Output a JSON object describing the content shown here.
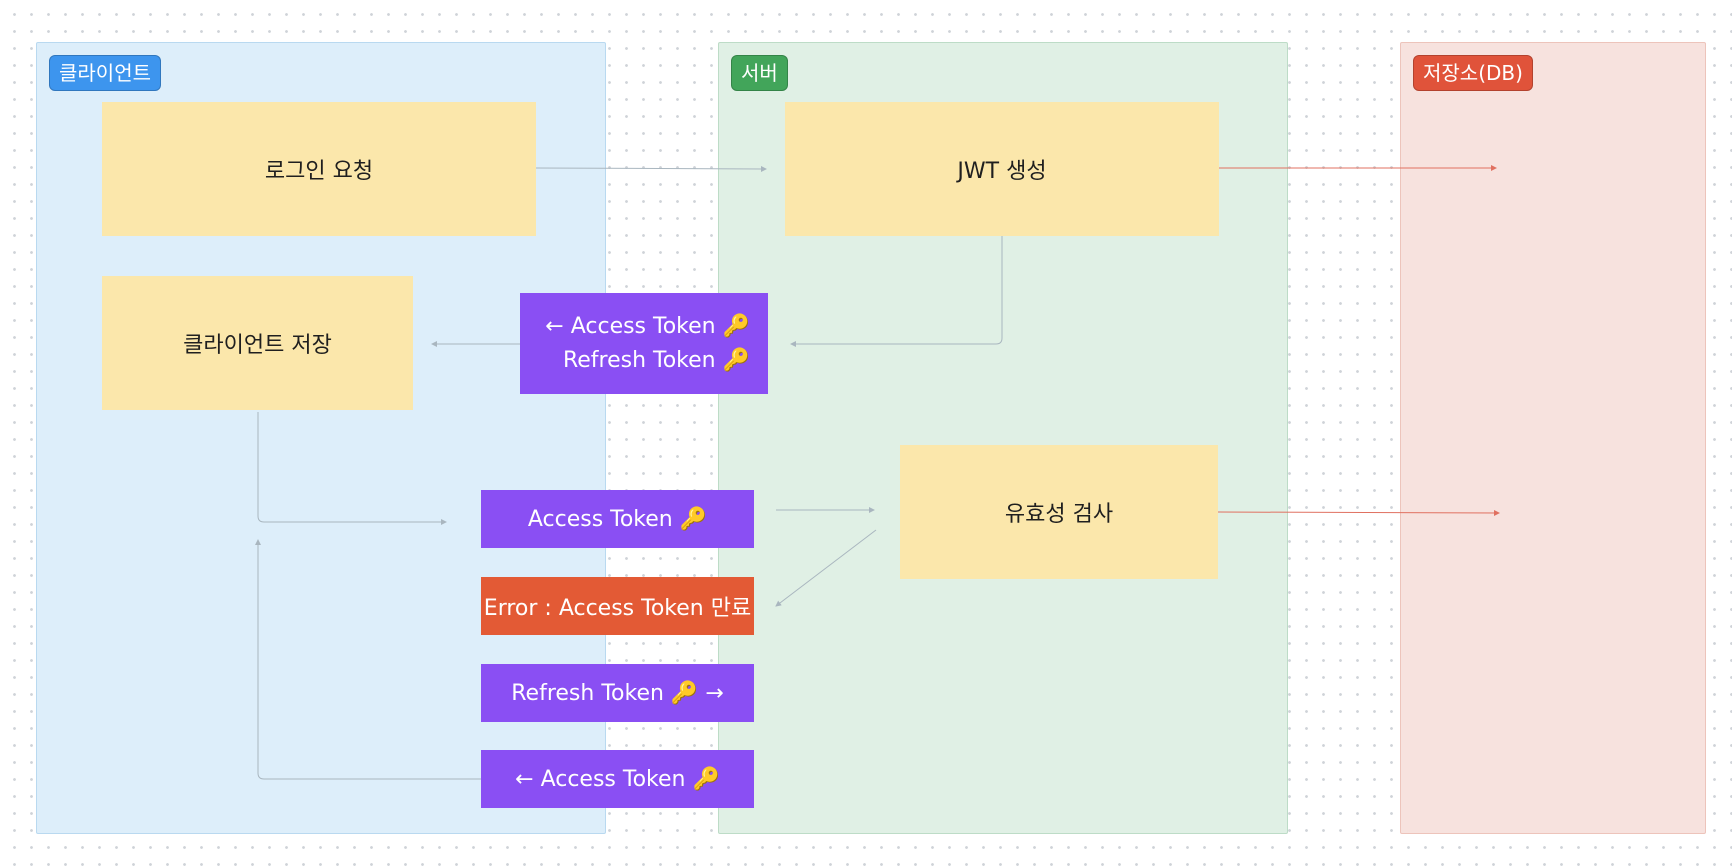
{
  "lanes": {
    "client": "클라이언트",
    "server": "서버",
    "db": "저장소(DB)"
  },
  "nodes": {
    "login_request": "로그인 요청",
    "jwt_generate": "JWT 생성",
    "client_store": "클라이언트 저장",
    "validation": "유효성 검사"
  },
  "tokens": {
    "issue_access": "← Access Token 🔑",
    "issue_refresh": "Refresh Token 🔑",
    "send_access": "Access Token 🔑",
    "error_expired": "Error : Access Token 만료",
    "send_refresh": "Refresh Token 🔑 →",
    "return_access": "←  Access Token 🔑"
  },
  "colors": {
    "client_lane": "#ddeefa",
    "server_lane": "#e0f0e5",
    "db_lane": "#f7e2de",
    "note": "#fbe7ab",
    "token": "#8a4ff3",
    "error": "#e35a35",
    "db_arrow": "#e07060"
  }
}
